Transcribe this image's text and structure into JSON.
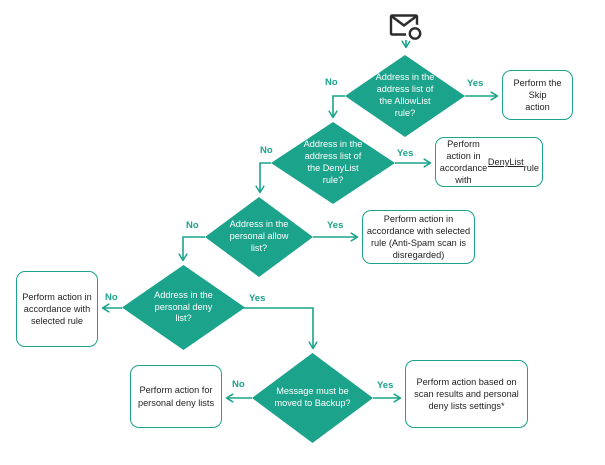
{
  "colors": {
    "accent": "#1BA38B",
    "ink": "#1f1f1f"
  },
  "flow": {
    "start_icon": "new email message",
    "decisions": {
      "allowlist": {
        "question": "Address in the\naddress list of\nthe AllowList\nrule?",
        "yes": "Yes",
        "no": "No"
      },
      "denylist": {
        "question": "Address in the\naddress list of\nthe DenyList\nrule?",
        "yes": "Yes",
        "no": "No"
      },
      "personal_allow": {
        "question": "Address in the\npersonal allow\nlist?",
        "yes": "Yes",
        "no": "No"
      },
      "personal_deny": {
        "question": "Address in the\npersonal deny\nlist?",
        "yes": "Yes",
        "no": "No"
      },
      "backup": {
        "question": "Message must be\nmoved to Backup?",
        "yes": "Yes",
        "no": "No"
      }
    },
    "actions": {
      "skip": "Perform the Skip\naction",
      "denylist_rule_pre": "Perform action in\naccordance with ",
      "denylist_rule_link": "DenyList",
      "denylist_rule_post": "\nrule",
      "selected_rule_disregarded": "Perform action in\naccordance with selected\nrule (Anti-Spam scan is\ndisregarded)",
      "selected_rule": "Perform action in\naccordance with\nselected rule",
      "personal_deny_lists": "Perform action for\npersonal deny lists",
      "scan_results": "Perform action based on\nscan results and personal\ndeny lists settings*"
    }
  }
}
